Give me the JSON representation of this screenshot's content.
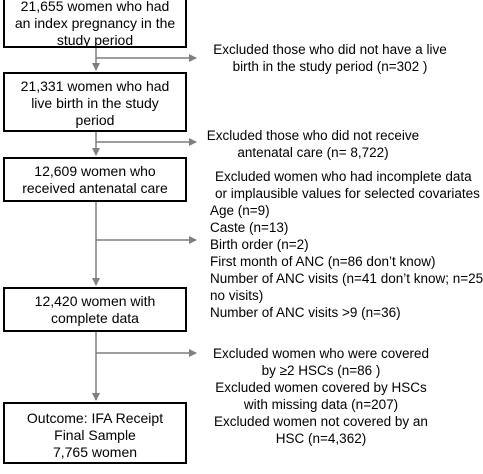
{
  "boxes": {
    "box1": {
      "lines": [
        "21,655 women who had",
        "an index pregnancy in the",
        "study period"
      ]
    },
    "box2": {
      "lines": [
        "21,331 women who had",
        "live birth in the study",
        "period"
      ]
    },
    "box3": {
      "lines": [
        "12,609 women who",
        "received antenatal care"
      ]
    },
    "box4": {
      "lines": [
        "12,420 women with",
        "complete data"
      ]
    },
    "box5": {
      "lines": [
        "Outcome: IFA Receipt",
        "Final Sample",
        "7,765 women"
      ]
    }
  },
  "exclusions": {
    "excl1": {
      "lines": [
        "Excluded those who did not have a live",
        "birth in the study period (n=302 )"
      ]
    },
    "excl2": {
      "lines": [
        "Excluded those who did not receive",
        "antenatal care (n= 8,722)"
      ]
    },
    "excl3": {
      "header": [
        "Excluded women who had incomplete data",
        "or implausible values for selected covariates"
      ],
      "items": [
        "Age (n=9)",
        "Caste (n=13)",
        "Birth order (n=2)",
        "First month of ANC (n=86 don’t know)",
        "Number of ANC visits (n=41 don’t know; n=25",
        "no visits)",
        "Number of ANC visits >9 (n=36)"
      ]
    },
    "excl4": {
      "lines": [
        "Excluded women who were covered",
        "by ≥2 HSCs (n=86 )",
        "Excluded women covered by HSCs",
        "with missing data (n=207)",
        "Excluded women not covered by an",
        "HSC (n=4,362)"
      ]
    }
  }
}
